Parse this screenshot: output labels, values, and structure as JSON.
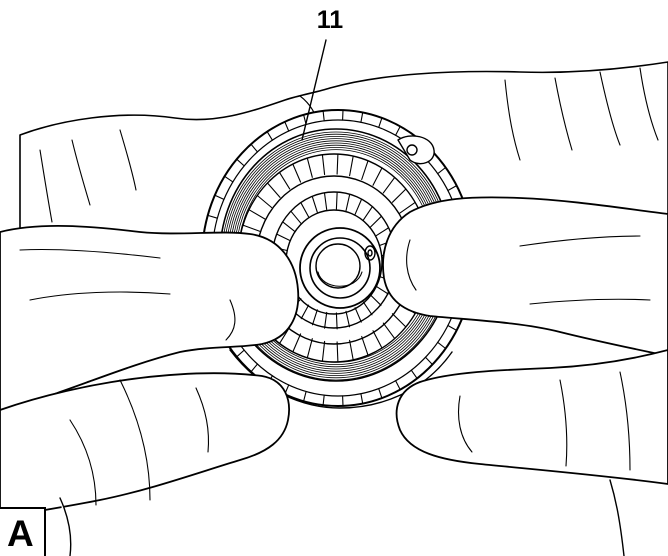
{
  "figure": {
    "callout_label": "11",
    "panel_label": "A",
    "parts": [
      "gloved-left-hand",
      "gloved-right-hand",
      "spring-cassette",
      "spiral-spring",
      "hub",
      "hook-pin"
    ]
  }
}
